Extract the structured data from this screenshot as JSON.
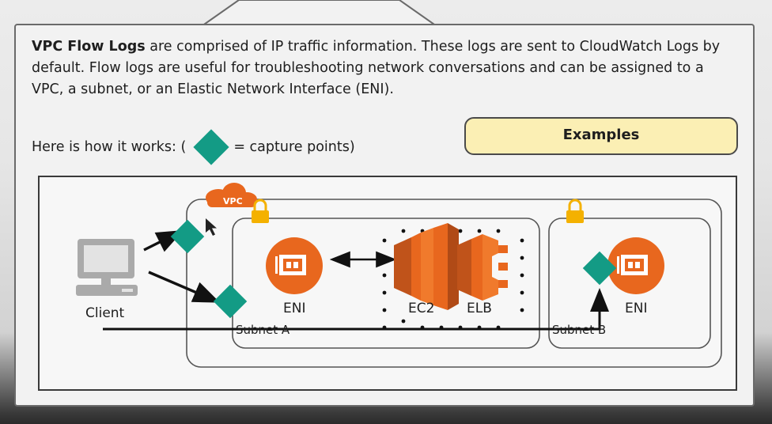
{
  "intro": {
    "bold_term": "VPC Flow Logs",
    "text": " are comprised of IP traffic information. These logs are sent to CloudWatch Logs by default. Flow logs are useful for troubleshooting network conversations and can be assigned to a VPC, a subnet, or an Elastic Network Interface (ENI)."
  },
  "how_it_works": {
    "prefix": "Here is how it works: (",
    "suffix": "= capture points)"
  },
  "examples_button": {
    "label": "Examples"
  },
  "diagram": {
    "vpc_label": "VPC",
    "client_label": "Client",
    "subnet_a_label": "Subnet A",
    "subnet_b_label": "Subnet B",
    "eni_a_label": "ENI",
    "ec2_label": "EC2",
    "elb_label": "ELB",
    "eni_b_label": "ENI"
  },
  "colors": {
    "capture_point": "#139b85",
    "aws_orange": "#e8671e",
    "lock": "#f4b100",
    "examples_bg": "#fbefb4"
  }
}
